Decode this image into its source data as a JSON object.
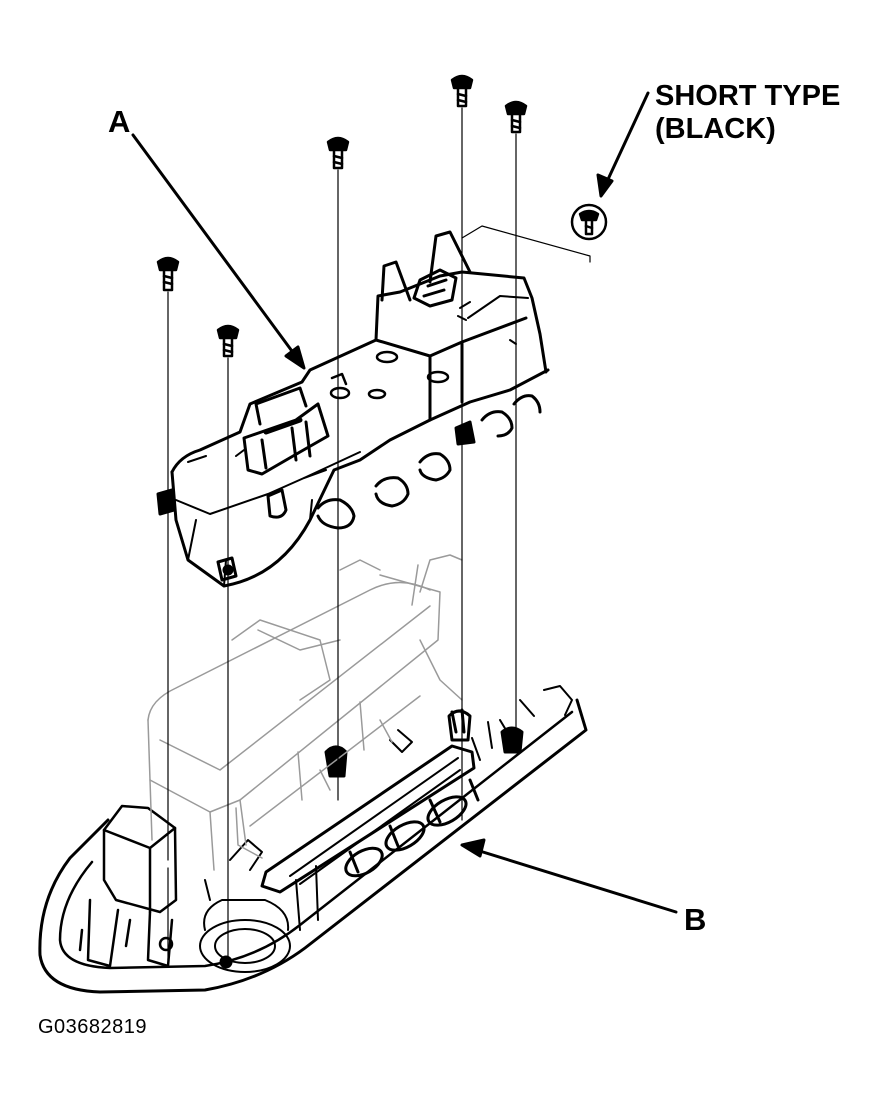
{
  "callouts": {
    "a": "A",
    "b": "B",
    "note_line1": "SHORT TYPE",
    "note_line2": "(BLACK)"
  },
  "figure_id": "G03682819",
  "colors": {
    "ink": "#000000",
    "paper": "#ffffff",
    "faint": "#9a9a9a"
  }
}
